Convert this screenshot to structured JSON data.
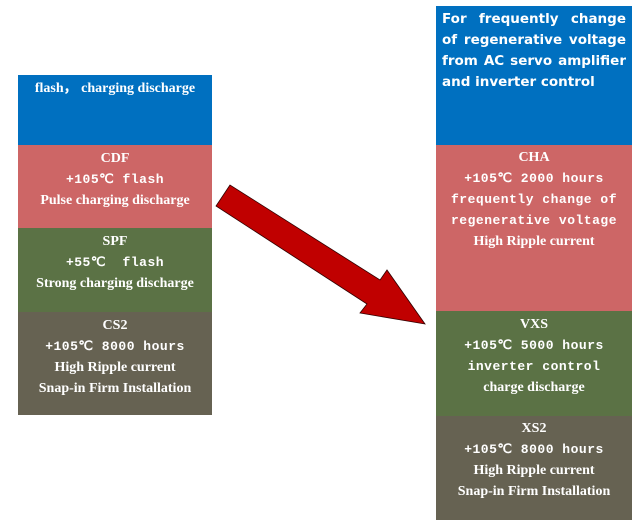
{
  "colors": {
    "blue": "#0070C0",
    "red": "#CD6666",
    "green": "#5B7245",
    "taupe": "#666252",
    "arrow": "#C00000",
    "text": "#FFFFFF"
  },
  "left_column": {
    "header": "flash， charging discharge",
    "blocks": [
      {
        "name": "CDF",
        "lines": [
          "CDF",
          "+105℃ flash",
          "Pulse charging discharge"
        ]
      },
      {
        "name": "SPF",
        "lines": [
          "SPF",
          "+55℃  flash",
          "Strong charging discharge"
        ]
      },
      {
        "name": "CS2",
        "lines": [
          "CS2",
          "+105℃ 8000 hours",
          "High Ripple current",
          "Snap-in Firm Installation"
        ]
      }
    ]
  },
  "right_column": {
    "header": "For frequently change of regenerative voltage from AC servo amplifier and inverter control",
    "blocks": [
      {
        "name": "CHA",
        "lines": [
          "CHA",
          "+105℃ 2000 hours",
          "frequently change of",
          "regenerative voltage",
          "High Ripple current"
        ]
      },
      {
        "name": "VXS",
        "lines": [
          "VXS",
          "+105℃ 5000 hours",
          "inverter control",
          "charge discharge"
        ]
      },
      {
        "name": "XS2",
        "lines": [
          "XS2",
          "+105℃ 8000 hours",
          "High Ripple current",
          "Snap-in Firm Installation"
        ]
      }
    ]
  },
  "arrow": {
    "direction": "down-right",
    "meaning": "upgrade-path"
  }
}
